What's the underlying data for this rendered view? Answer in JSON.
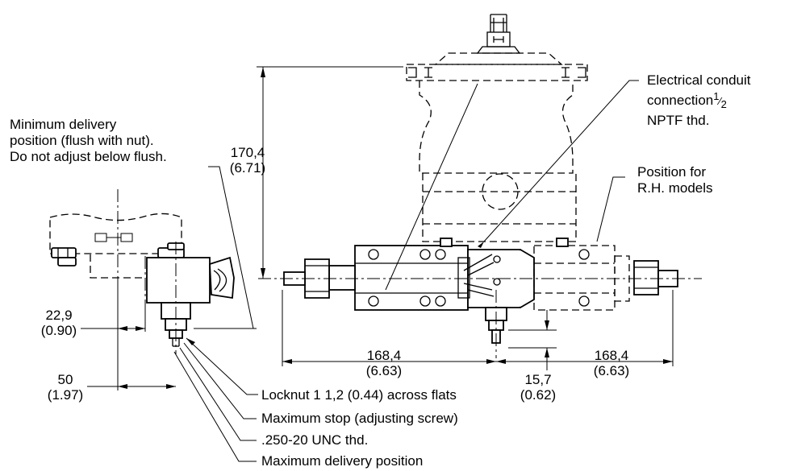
{
  "callouts": {
    "min_delivery": [
      "Minimum delivery",
      "position (flush with nut).",
      "Do not adjust below flush."
    ],
    "conduit": [
      "Electrical conduit",
      "connection",
      "NPTF thd."
    ],
    "conduit_fraction": {
      "num": "1",
      "den": "2"
    },
    "rh_models": [
      "Position for",
      "R.H. models"
    ],
    "locknut": "Locknut 1 1,2 (0.44) across flats",
    "max_stop": "Maximum stop (adjusting screw)",
    "thread": ".250-20 UNC thd.",
    "max_delivery": "Maximum delivery position"
  },
  "dimensions": {
    "height": {
      "mm": "170,4",
      "in": "(6.71)"
    },
    "offset_small": {
      "mm": "22,9",
      "in": "(0.90)"
    },
    "offset_large": {
      "mm": "50",
      "in": "(1.97)"
    },
    "left_length": {
      "mm": "168,4",
      "in": "(6.63)"
    },
    "right_length": {
      "mm": "168,4",
      "in": "(6.63)"
    },
    "stop_offset": {
      "mm": "15,7",
      "in": "(0.62)"
    }
  }
}
